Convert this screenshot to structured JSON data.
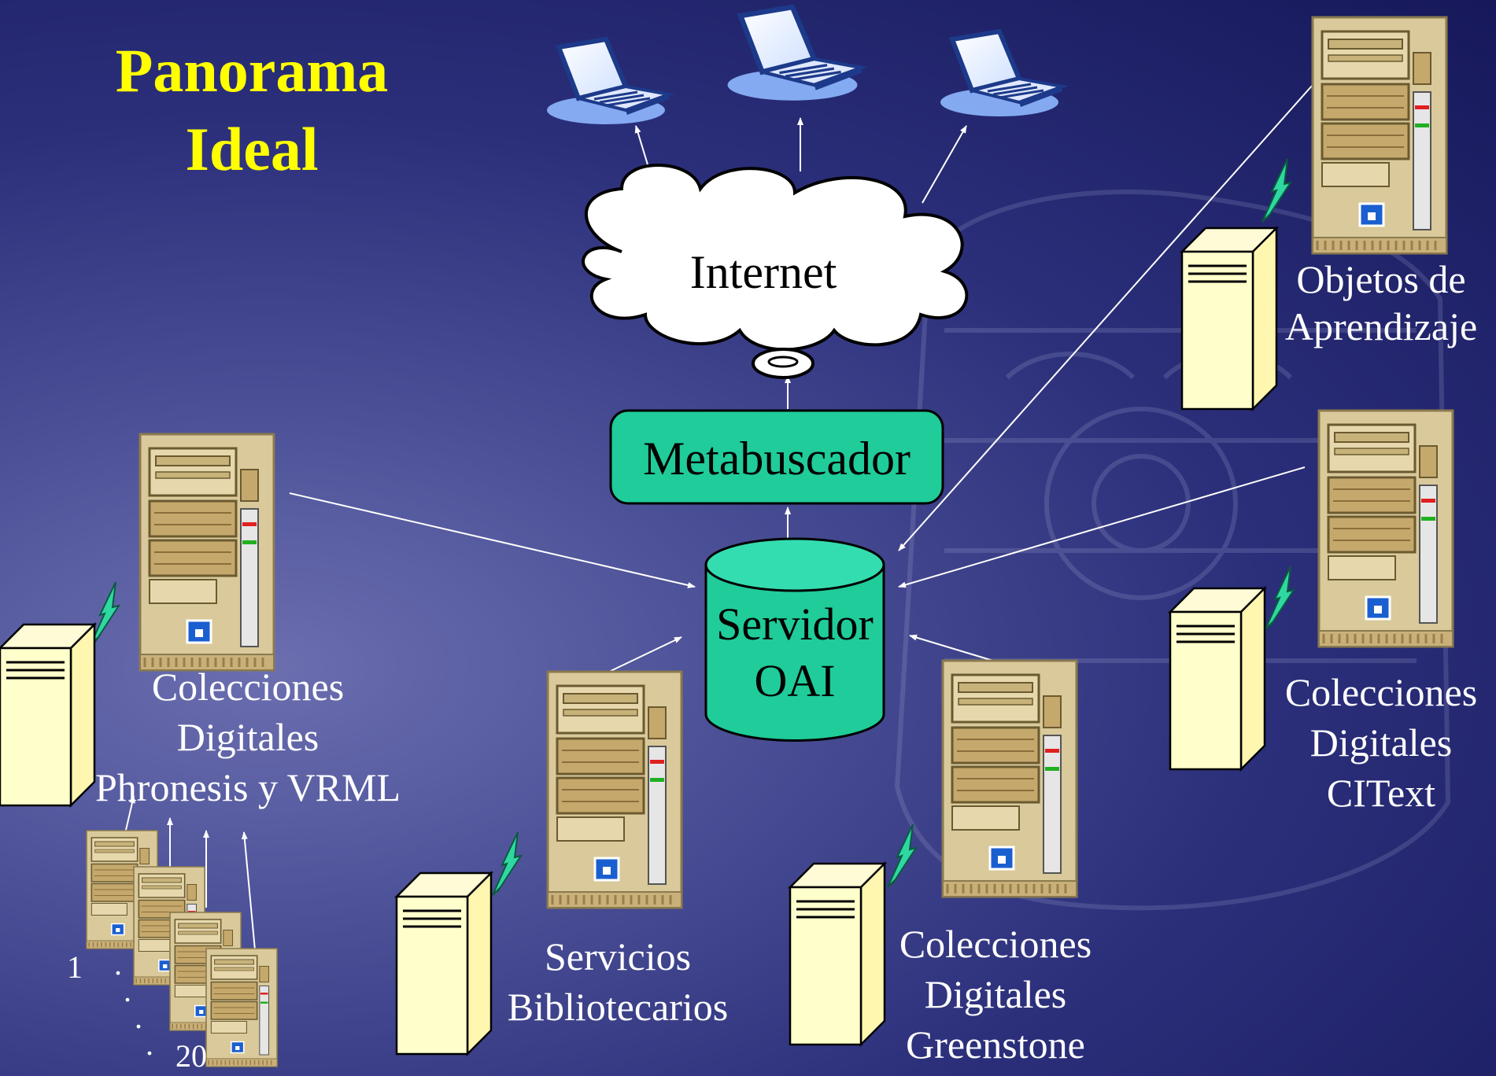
{
  "title": {
    "line1": "Panorama",
    "line2": "Ideal"
  },
  "internet": "Internet",
  "metabuscador": "Metabuscador",
  "servidor": {
    "line1": "Servidor",
    "line2": "OAI"
  },
  "objetos": {
    "line1": "Objetos de",
    "line2": "Aprendizaje"
  },
  "citext": {
    "line1": "Colecciones",
    "line2": "Digitales",
    "line3": "CIText"
  },
  "phronesis": {
    "line1": "Colecciones",
    "line2": "Digitales",
    "line3": "Phronesis y VRML"
  },
  "servicios": {
    "line1": "Servicios",
    "line2": "Bibliotecarios"
  },
  "greenstone": {
    "line1": "Colecciones",
    "line2": "Digitales",
    "line3": "Greenstone"
  },
  "stack": {
    "first": "1",
    "last": "20"
  },
  "colors": {
    "background": "#2b2f7a",
    "title": "#ffff00",
    "node_fill": "#1fcc9a",
    "server_tan": "#d8c89a",
    "tower_fill": "#ffffcc",
    "bolt": "#2fd8a0"
  }
}
